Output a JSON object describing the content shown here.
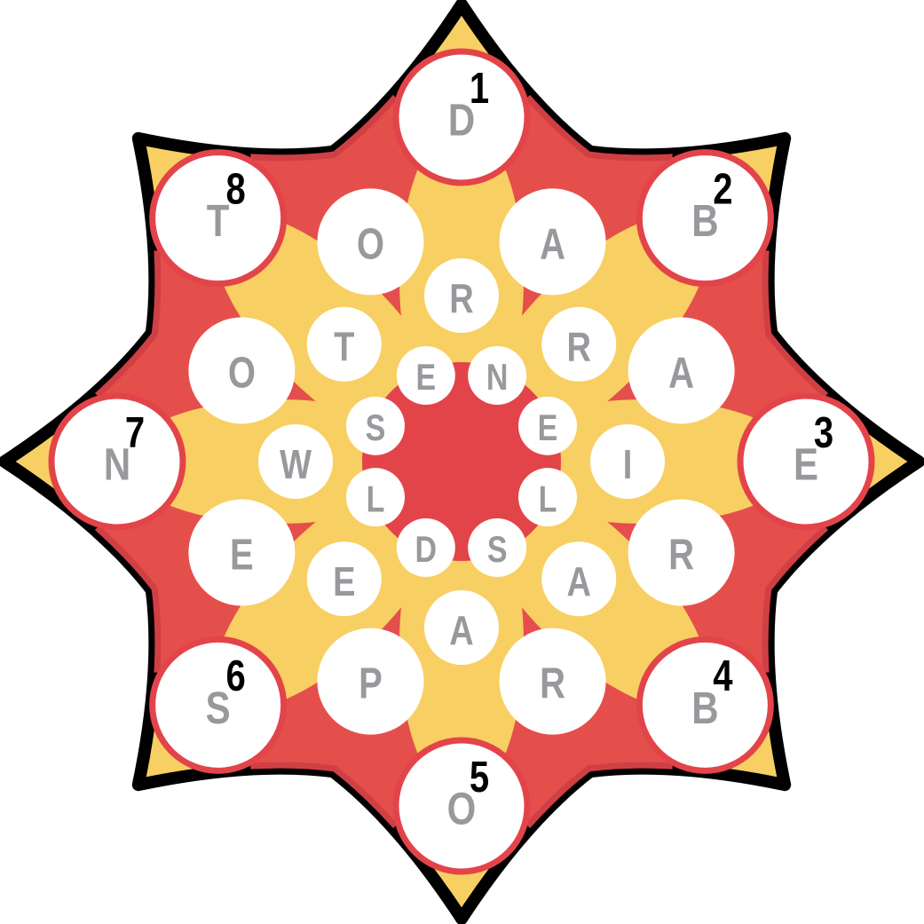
{
  "colors": {
    "outline": "#000000",
    "yellow": "#f8cf62",
    "red": "#e2444a",
    "cell": "#ffffff",
    "letter": "#98999c",
    "number": "#000000"
  },
  "outer_ring": [
    {
      "letter": "D",
      "number": "1"
    },
    {
      "letter": "B",
      "number": "2"
    },
    {
      "letter": "E",
      "number": "3"
    },
    {
      "letter": "B",
      "number": "4"
    },
    {
      "letter": "O",
      "number": "5"
    },
    {
      "letter": "S",
      "number": "6"
    },
    {
      "letter": "N",
      "number": "7"
    },
    {
      "letter": "T",
      "number": "8"
    }
  ],
  "middle_ring": [
    "A",
    "A",
    "R",
    "R",
    "P",
    "E",
    "O",
    "O"
  ],
  "inner_ring": [
    "R",
    "R",
    "I",
    "A",
    "A",
    "E",
    "W",
    "T"
  ],
  "center_ring": [
    "N",
    "E",
    "L",
    "S",
    "D",
    "L",
    "S",
    "E"
  ]
}
